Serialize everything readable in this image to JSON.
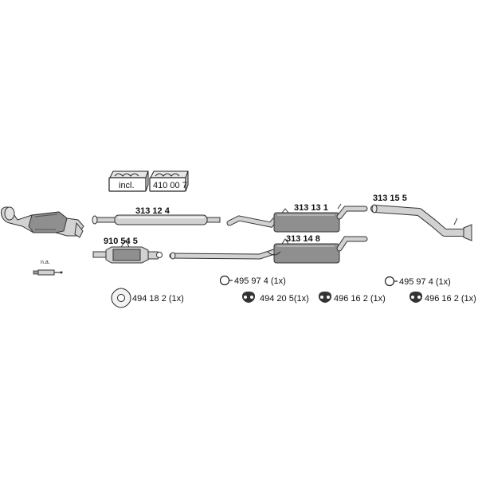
{
  "parts": {
    "box_incl": "incl.",
    "box_410": "410 00 7",
    "p313124": "313 12 4",
    "p313131": "313 13 1",
    "p313155": "313 15 5",
    "p910545": "910 54 5",
    "p313148": "313 14 8",
    "na": "n.a."
  },
  "fittings": [
    {
      "label": "494 18 2  (1x)",
      "icon": "gasket-icon"
    },
    {
      "label": "495 97 4 (1x)",
      "icon": "clamp-ring-icon"
    },
    {
      "label": "494 20 5(1x)",
      "icon": "rubber-hanger-icon"
    },
    {
      "label": "496 16 2  (1x)",
      "icon": "rubber-hanger-icon"
    },
    {
      "label": "495 97 4 (1x)",
      "icon": "clamp-ring-icon"
    },
    {
      "label": "496 16 2  (1x)",
      "icon": "rubber-hanger-icon"
    }
  ]
}
